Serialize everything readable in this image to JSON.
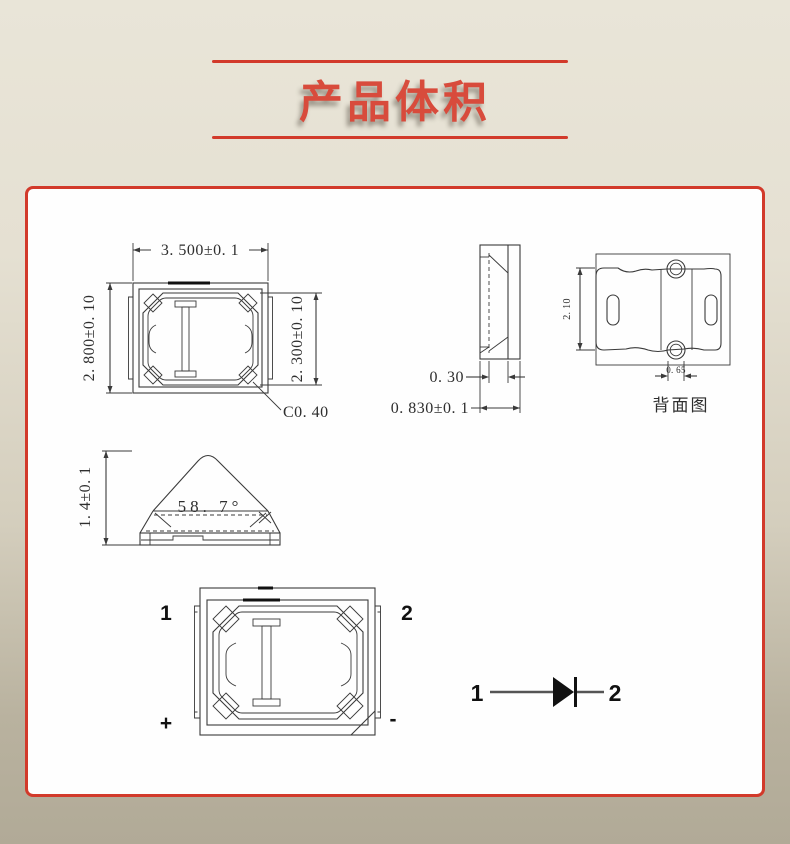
{
  "header": {
    "title": "产品体积"
  },
  "colors": {
    "accent_red": "#d23a2b",
    "panel_bg": "#fefefe",
    "drawing_line": "#3a3a3a"
  },
  "figures": {
    "top_view": {
      "width_dim": "3. 500±0. 1",
      "height_dim": "2. 800±0. 10",
      "cavity_height_dim": "2. 300±0. 10",
      "chamfer_note": "C0. 40"
    },
    "side_view": {
      "step_dim": "0. 30",
      "thickness_dim": "0. 830±0. 1"
    },
    "back_view": {
      "body_height_dim": "2. 10",
      "pad_gap_dim": "0. 65",
      "caption": "背面图"
    },
    "lens_view": {
      "height_dim": "1. 4±0. 1",
      "beam_angle": "58. 7°"
    },
    "polarity_view": {
      "pin1": "1",
      "pin2": "2",
      "anode_mark": "+",
      "cathode_mark": "-"
    },
    "diode_symbol": {
      "pin1": "1",
      "pin2": "2"
    }
  }
}
